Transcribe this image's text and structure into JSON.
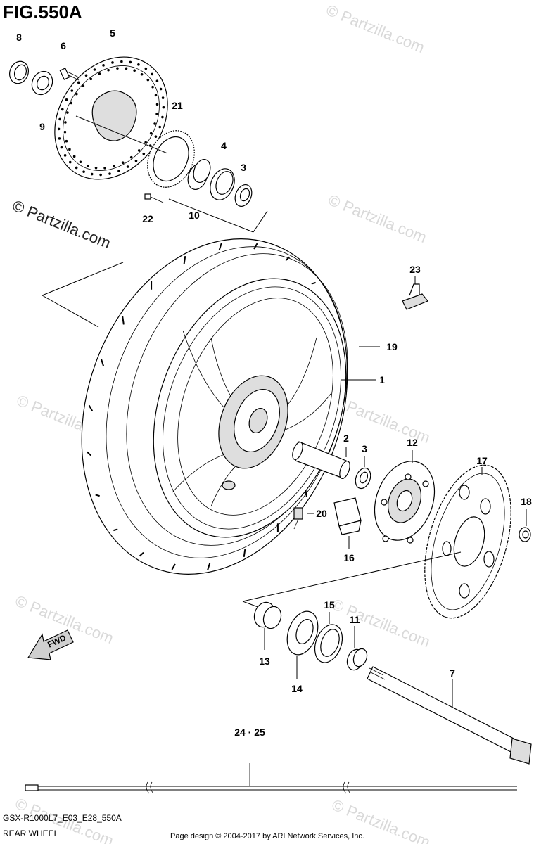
{
  "figure_title": "FIG.550A",
  "model_code": "GSX-R1000L7_E03_E28_550A",
  "section_name": "REAR WHEEL",
  "copyright": "Page design © 2004-2017 by ARI Network Services, Inc.",
  "watermark": "© Partzilla.com",
  "fwd_label": "FWD",
  "callouts": {
    "c1": "1",
    "c2": "2",
    "c3a": "3",
    "c3b": "3",
    "c4": "4",
    "c5": "5",
    "c6": "6",
    "c7": "7",
    "c8": "8",
    "c9": "9",
    "c10": "10",
    "c11": "11",
    "c12": "12",
    "c13": "13",
    "c14": "14",
    "c15": "15",
    "c16": "16",
    "c17": "17",
    "c18": "18",
    "c19": "19",
    "c20": "20",
    "c21": "21",
    "c22": "22",
    "c23": "23",
    "c24_25": "24 · 25"
  }
}
